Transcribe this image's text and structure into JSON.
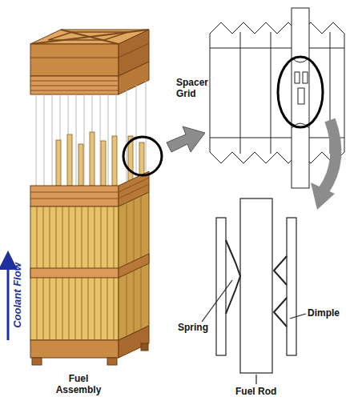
{
  "diagram": {
    "labels": [
      "Spacer Grid",
      "Coolant Flow",
      "Fuel Assembly",
      "Spring",
      "Dimple",
      "Fuel Rod"
    ]
  }
}
